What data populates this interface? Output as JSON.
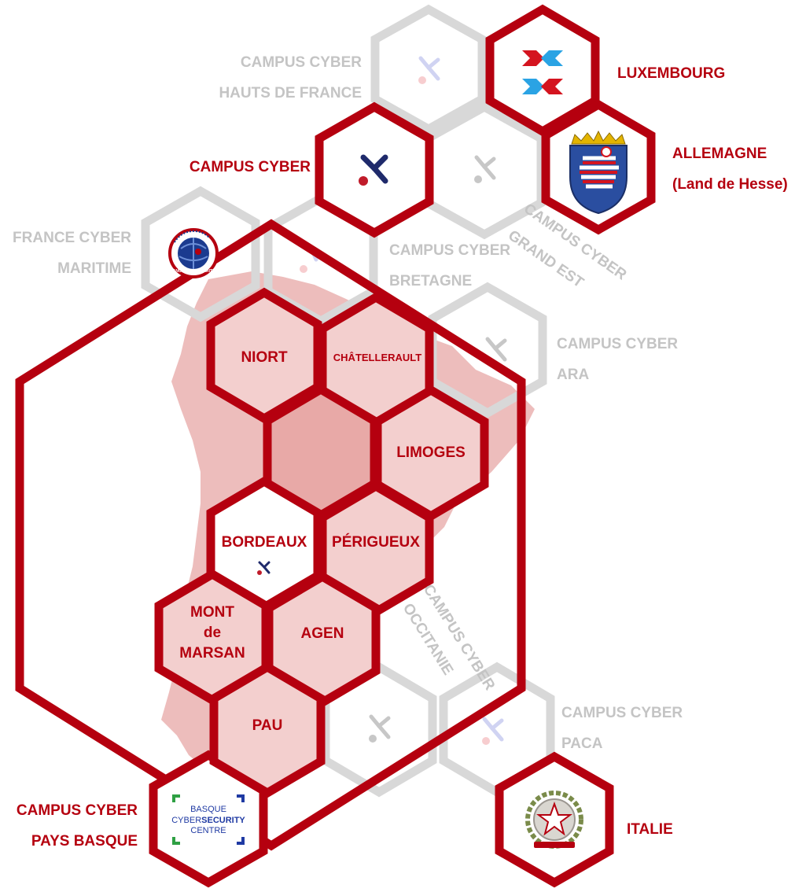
{
  "colors": {
    "brand_red": "#b5000f",
    "inactive_grey": "#d6d6d6",
    "map_fill": "#e6a5a3",
    "campus_navy": "#1f2a6b"
  },
  "partners": {
    "luxembourg": "LUXEMBOURG",
    "allemagne_line1": "ALLEMAGNE",
    "allemagne_line2": "(Land de Hesse)",
    "campus_cyber": "CAMPUS CYBER",
    "italie": "ITALIE",
    "pays_basque_line1": "CAMPUS CYBER",
    "pays_basque_line2": "PAYS BASQUE",
    "basque_logo_line1": "BASQUE",
    "basque_logo_line2a": "CYBER",
    "basque_logo_line2b": "SECURITY",
    "basque_logo_line3": "CENTRE",
    "france_maritime_logo_text": "FRANCE CYBER MARITIME"
  },
  "inactive_campuses": {
    "hauts_de_france_line1": "CAMPUS CYBER",
    "hauts_de_france_line2": "HAUTS DE FRANCE",
    "france_maritime_line1": "FRANCE CYBER",
    "france_maritime_line2": "MARITIME",
    "bretagne_line1": "CAMPUS CYBER",
    "bretagne_line2": "BRETAGNE",
    "grand_est_line1": "CAMPUS CYBER",
    "grand_est_line2": "GRAND EST",
    "ara_line1": "CAMPUS CYBER",
    "ara_line2": "ARA",
    "paca_line1": "CAMPUS CYBER",
    "paca_line2": "PACA",
    "occitanie_line1": "CAMPUS CYBER",
    "occitanie_line2": "OCCITANIE"
  },
  "cities": {
    "niort": "NIORT",
    "chatellerault": "CHÂTELLERAULT",
    "limoges": "LIMOGES",
    "bordeaux": "BORDEAUX",
    "perigueux": "PÉRIGUEUX",
    "mont_line1": "MONT",
    "mont_line2": "de",
    "mont_line3": "MARSAN",
    "agen": "AGEN",
    "pau": "PAU"
  }
}
